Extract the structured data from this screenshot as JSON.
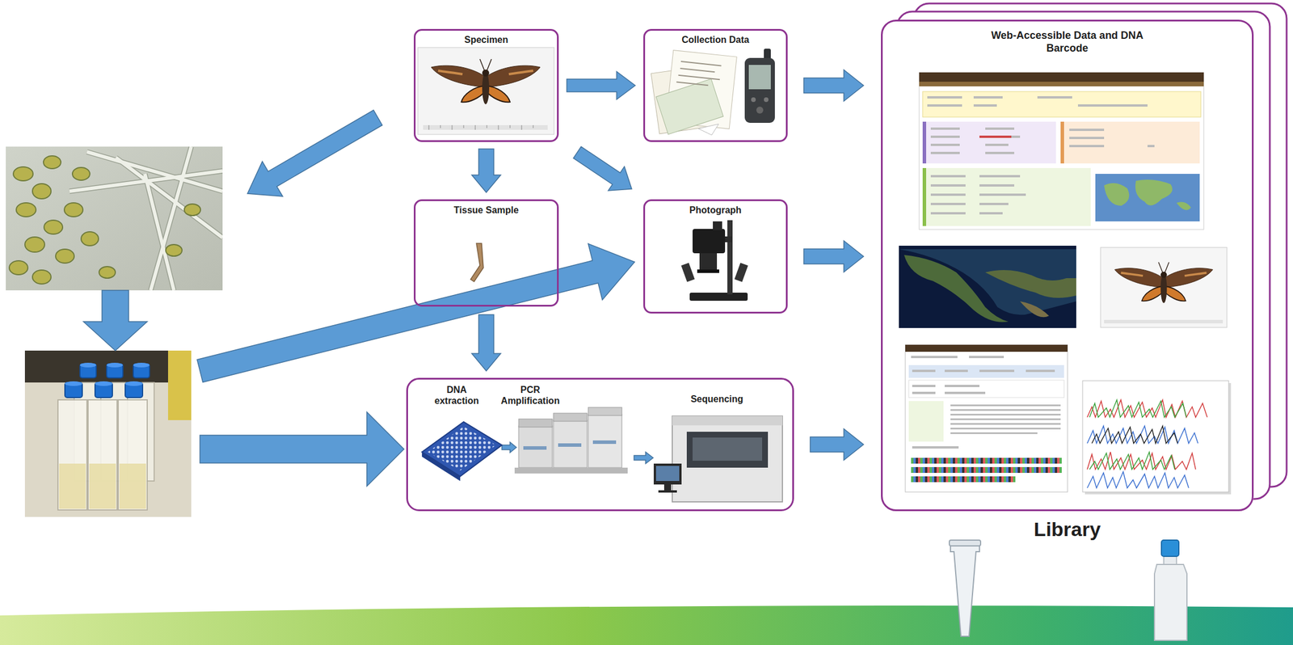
{
  "diagram": {
    "nodes": [
      {
        "text": [
          "Specimen"
        ]
      },
      {
        "text": [
          "Collection Data"
        ]
      },
      {
        "text": [
          "Tissue Sample"
        ]
      },
      {
        "text": [
          "Photograph"
        ]
      },
      {
        "text": [
          "DNA extraction",
          "PCR Amplification",
          "Sequencing"
        ]
      },
      {
        "text": [
          "Web-Accessible Data and DNA Barcode",
          "Library"
        ]
      }
    ],
    "edges": [
      {
        "from": 0,
        "to": 1,
        "arrow": "to"
      },
      {
        "from": 0,
        "to": 2,
        "arrow": "to"
      },
      {
        "from": 0,
        "to": 3,
        "arrow": "to"
      },
      {
        "from": 2,
        "to": 4,
        "arrow": "to"
      },
      {
        "from": 1,
        "to": 5,
        "arrow": "to"
      },
      {
        "from": 3,
        "to": 5,
        "arrow": "to"
      },
      {
        "from": 4,
        "to": 5,
        "arrow": "to"
      }
    ]
  }
}
